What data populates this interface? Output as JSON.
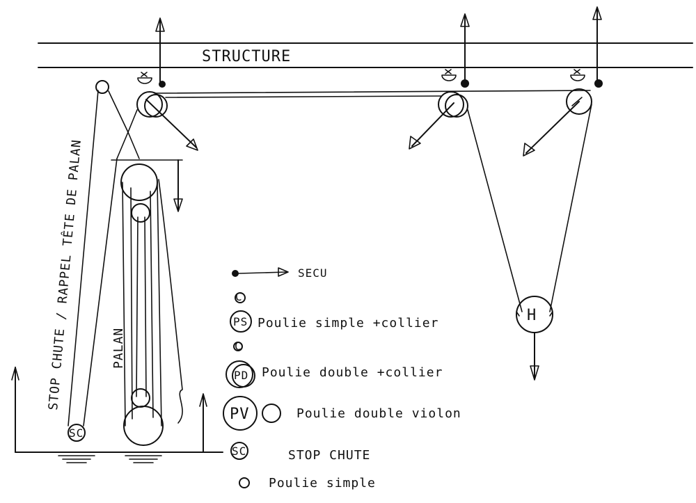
{
  "labels": {
    "structure": "STRUCTURE",
    "palan": "PALAN",
    "stop_chute_rappel": "STOP CHUTE / RAPPEL TÊTE DE PALAN",
    "h_pulley": "H",
    "sc_pulley": "SC"
  },
  "legend": {
    "secu": {
      "symbol": "",
      "text": "SECU"
    },
    "poulie_simple_collier": {
      "symbol": "PS",
      "text": "Poulie simple +collier"
    },
    "poulie_double_collier": {
      "symbol": "PD",
      "text": "Poulie double +collier"
    },
    "poulie_double_violon": {
      "symbol": "PV",
      "text": "Poulie double violon"
    },
    "stop_chute": {
      "symbol": "SC",
      "text": "STOP CHUTE"
    },
    "poulie_simple": {
      "symbol": "",
      "text": "Poulie simple"
    },
    "collier_marker": "C"
  }
}
